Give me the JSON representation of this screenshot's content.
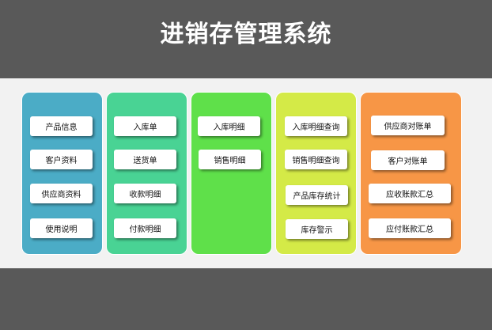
{
  "title": "进销存管理系统",
  "colors": {
    "panel1": "#4bacc6",
    "panel2": "#49d394",
    "panel3": "#5fe04a",
    "panel4": "#d4ea47",
    "panel5": "#f79646"
  },
  "panels": [
    {
      "buttons": [
        "产品信息",
        "客户资料",
        "供应商资料",
        "使用说明"
      ]
    },
    {
      "buttons": [
        "入库单",
        "送货单",
        "收款明细",
        "付款明细"
      ]
    },
    {
      "buttons": [
        "入库明细",
        "销售明细"
      ]
    },
    {
      "buttons": [
        "入库明细查询",
        "销售明细查询",
        "产品库存统计",
        "库存警示"
      ]
    },
    {
      "buttons": [
        "供应商对账单",
        "客户对账单",
        "应收账款汇总",
        "应付账款汇总"
      ]
    }
  ]
}
